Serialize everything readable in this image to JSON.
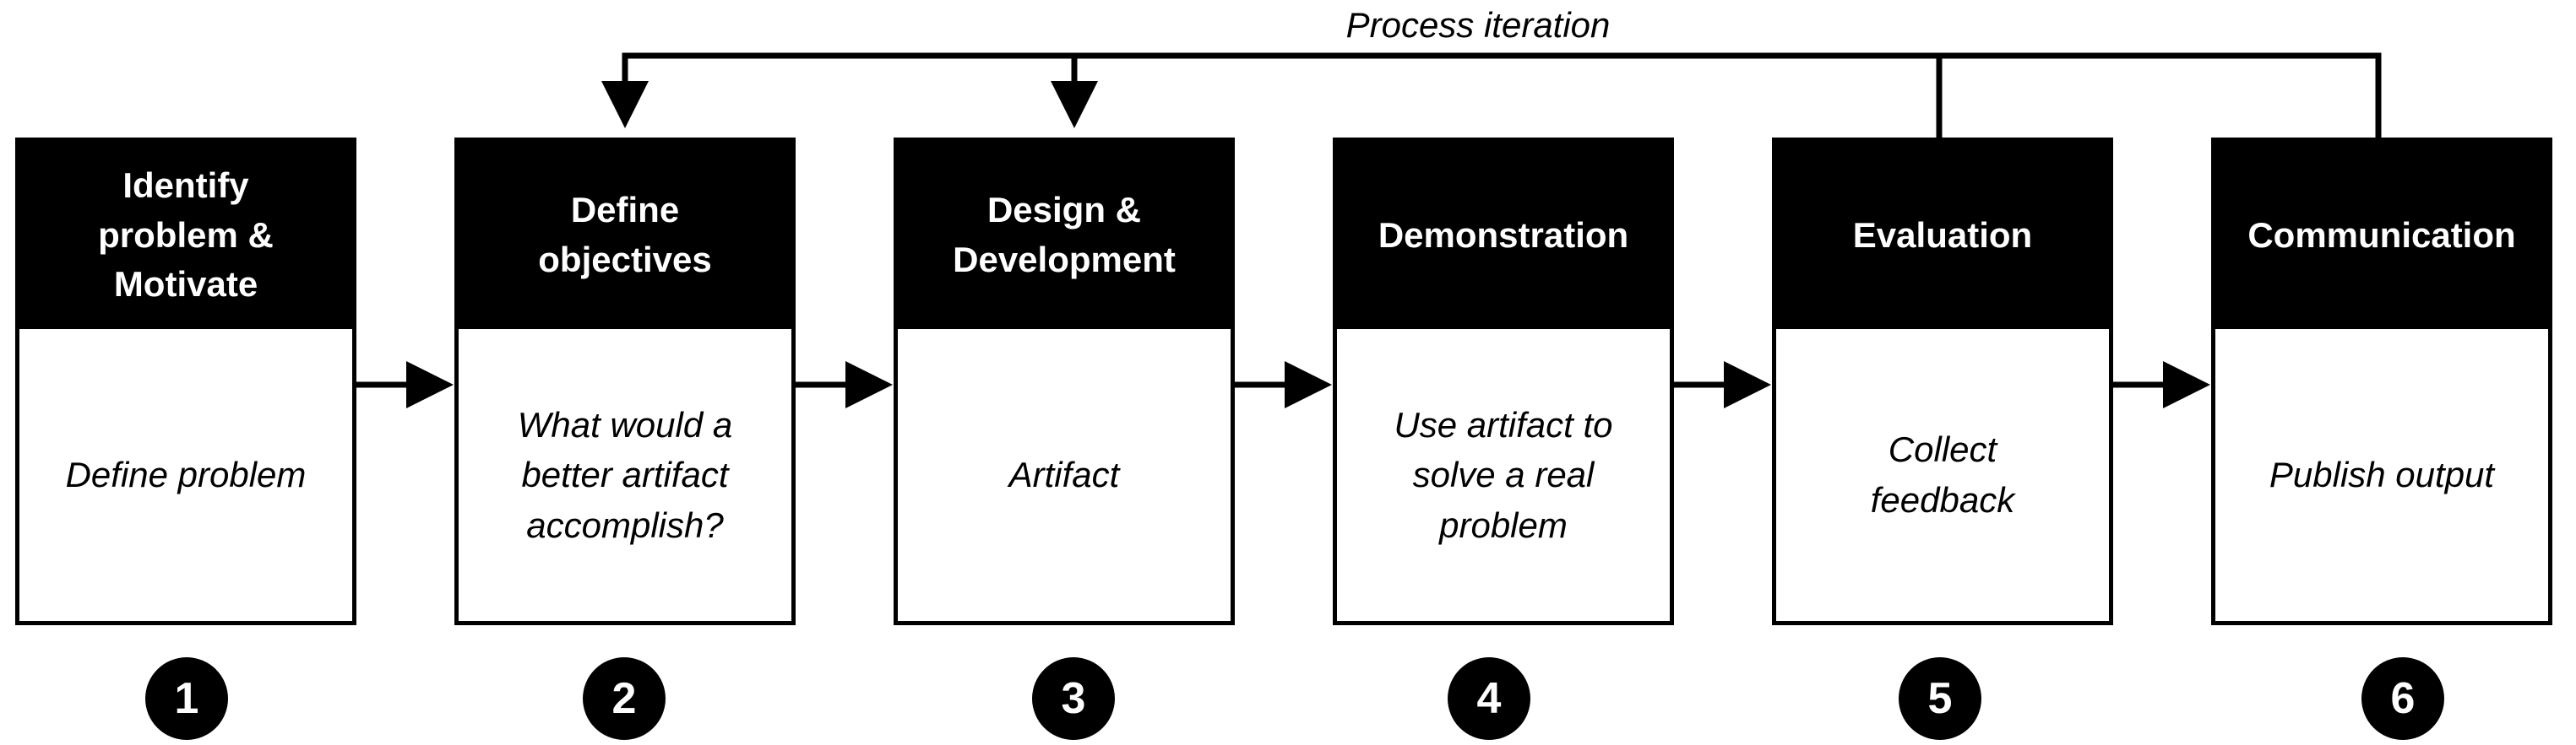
{
  "feedback_label": "Process iteration",
  "stages": [
    {
      "title": "Identify\nproblem &\nMotivate",
      "text": "Define problem",
      "step": "1"
    },
    {
      "title": "Define\nobjectives",
      "text": "What would a\nbetter artifact\naccomplish?",
      "step": "2"
    },
    {
      "title": "Design &\nDevelopment",
      "text": "Artifact",
      "step": "3"
    },
    {
      "title": "Demonstration",
      "text": "Use artifact to\nsolve a real\nproblem",
      "step": "4"
    },
    {
      "title": "Evaluation",
      "text": "Collect\nfeedback",
      "step": "5"
    },
    {
      "title": "Communication",
      "text": "Publish output",
      "step": "6"
    }
  ]
}
